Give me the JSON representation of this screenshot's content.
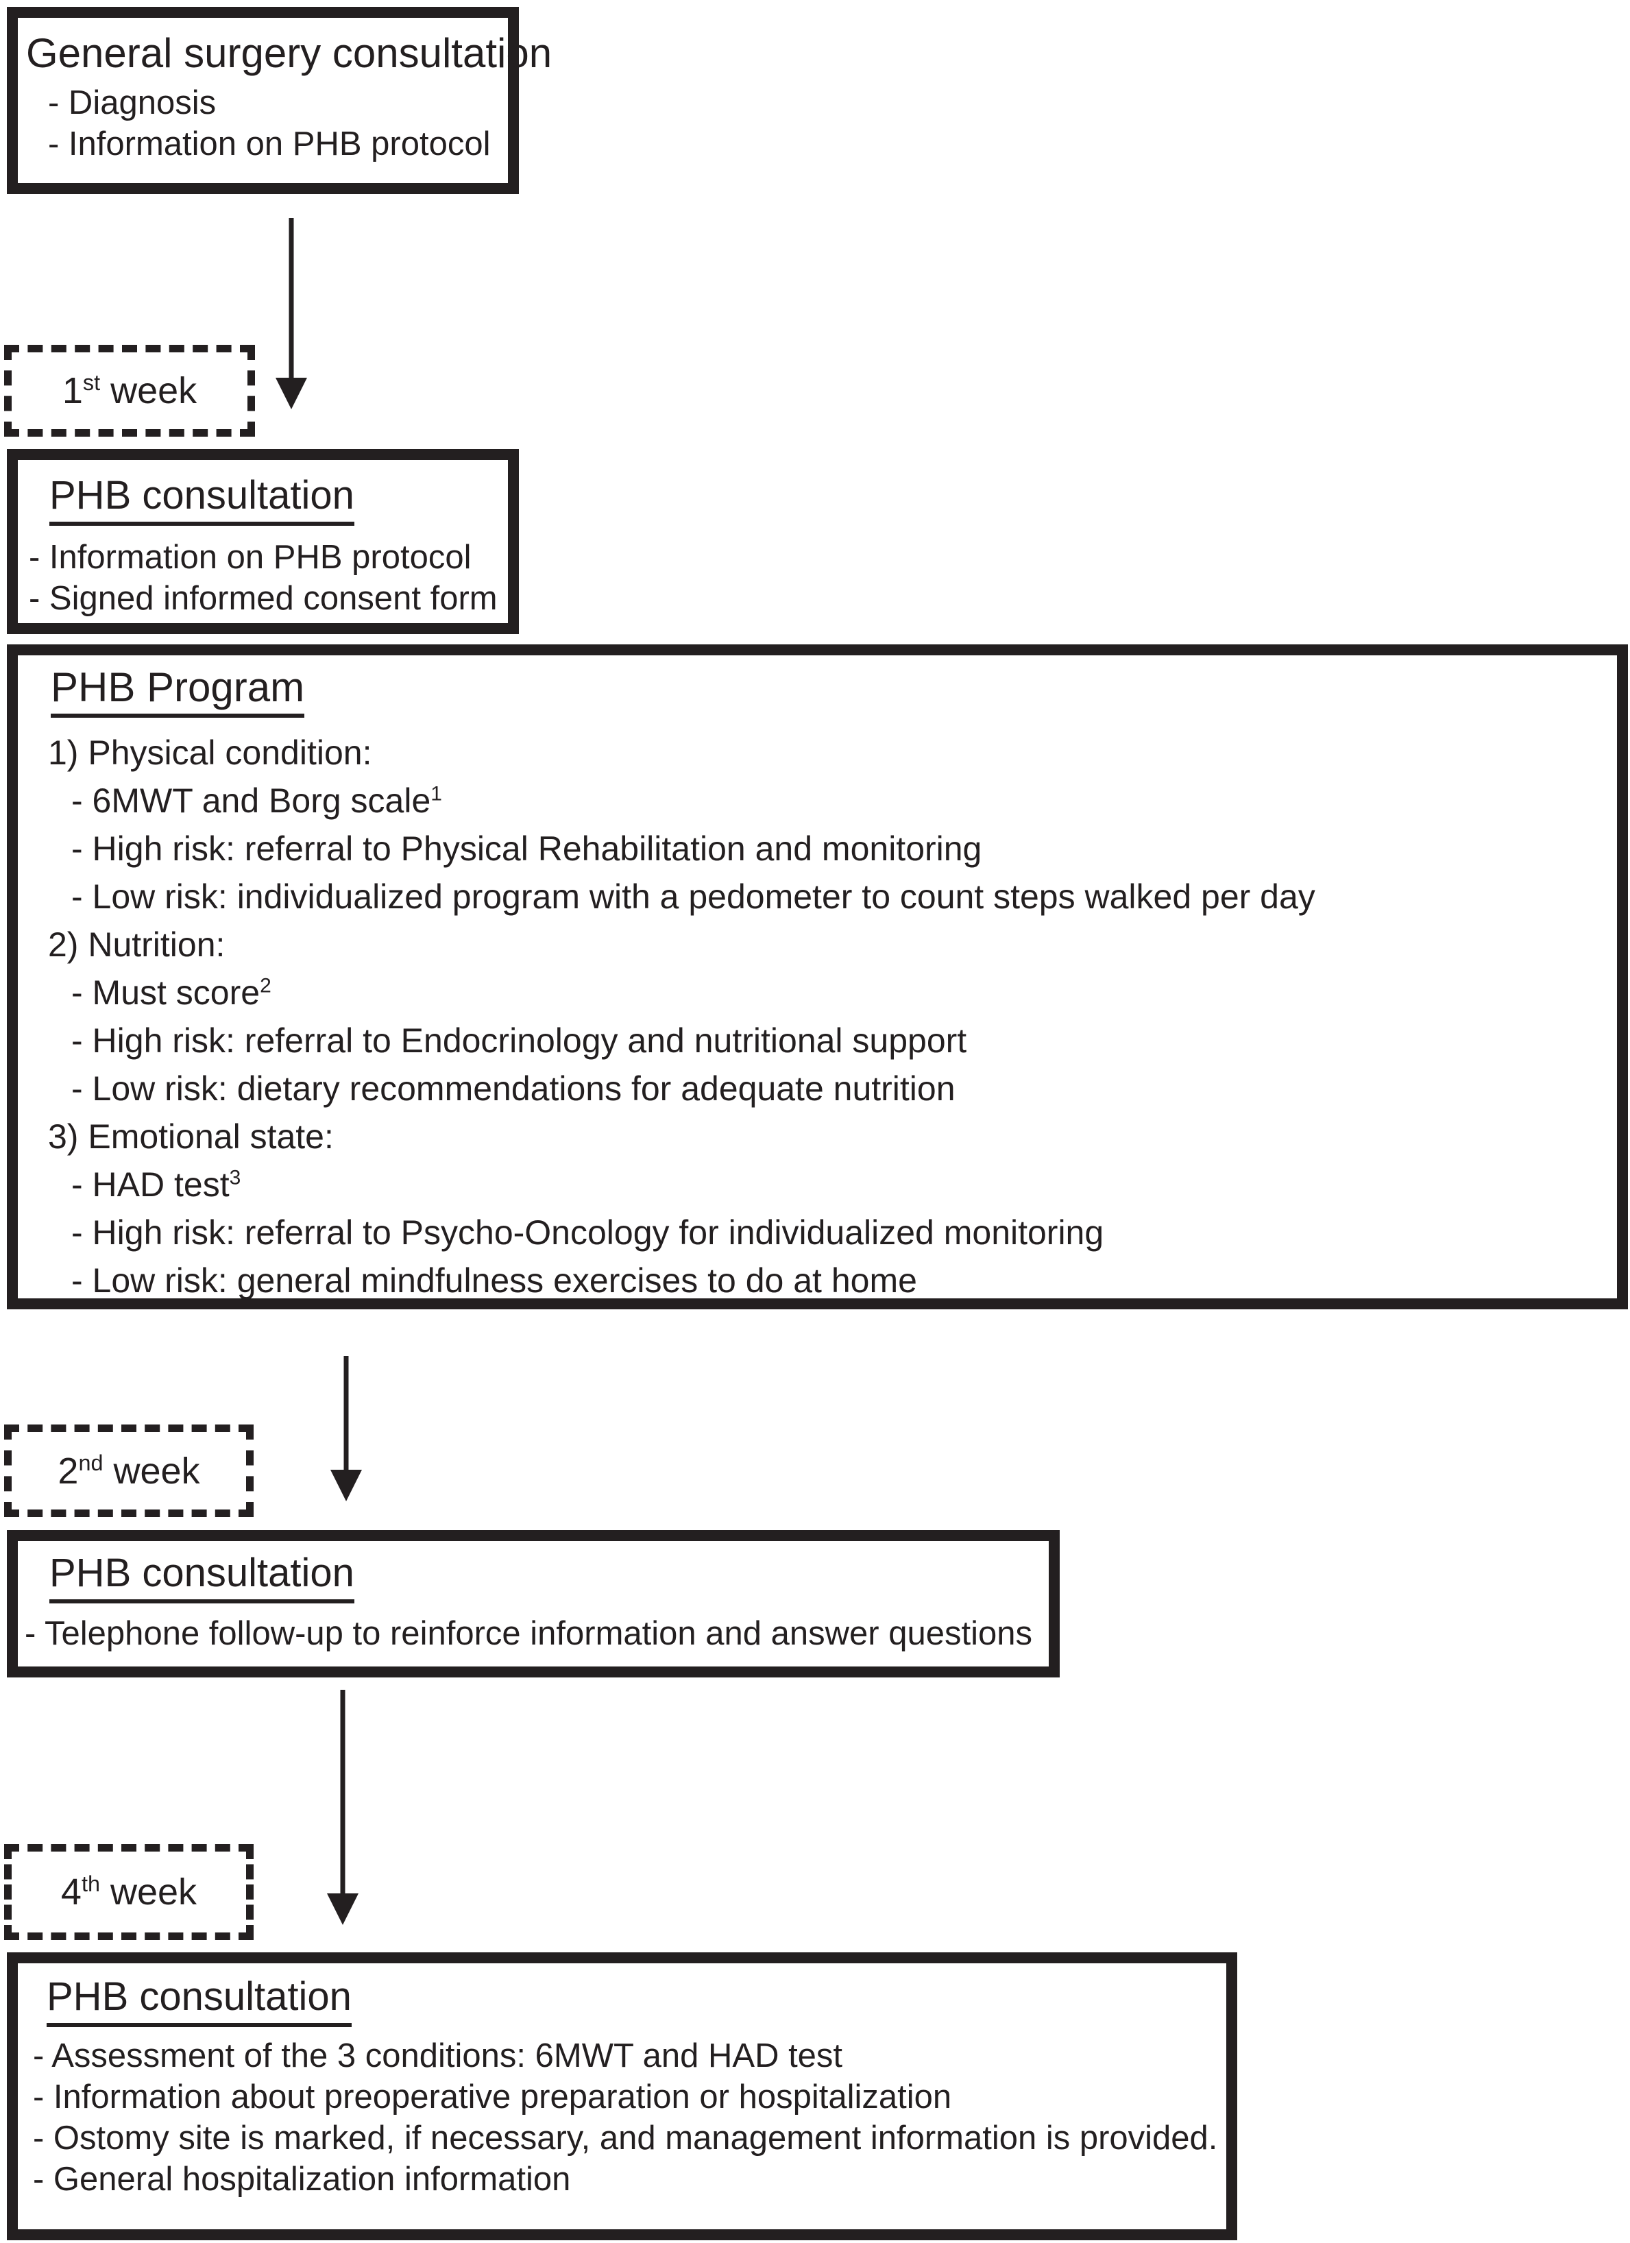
{
  "colors": {
    "ink": "#231f20",
    "background": "#ffffff"
  },
  "flow": {
    "general": {
      "title": "General surgery consultation",
      "items": [
        "- Diagnosis",
        "- Information on PHB protocol"
      ]
    },
    "weeks": [
      {
        "num": "1",
        "sup": "st",
        "rest": " week"
      },
      {
        "num": "2",
        "sup": "nd",
        "rest": " week"
      },
      {
        "num": "4",
        "sup": "th",
        "rest": " week"
      }
    ],
    "phb_consultation_week1": {
      "title": "PHB consultation",
      "items": [
        "- Information on PHB protocol",
        "- Signed informed consent form"
      ]
    },
    "phb_program": {
      "title": "PHB Program",
      "lines": [
        {
          "text": "1) Physical condition:",
          "sup": ""
        },
        {
          "text": "- 6MWT and Borg scale",
          "sup": "1"
        },
        {
          "text": "- High risk: referral to Physical Rehabilitation and monitoring",
          "sup": ""
        },
        {
          "text": "- Low risk: individualized program with a pedometer to count steps walked per day",
          "sup": ""
        },
        {
          "text": "2) Nutrition:",
          "sup": ""
        },
        {
          "text": "- Must score",
          "sup": "2"
        },
        {
          "text": "- High risk: referral to Endocrinology and nutritional support",
          "sup": ""
        },
        {
          "text": "- Low risk: dietary recommendations for adequate nutrition",
          "sup": ""
        },
        {
          "text": "3) Emotional state:",
          "sup": ""
        },
        {
          "text": "- HAD test",
          "sup": "3"
        },
        {
          "text": "- High risk: referral to Psycho-Oncology for individualized monitoring",
          "sup": ""
        },
        {
          "text": "- Low risk: general mindfulness exercises to do at home",
          "sup": ""
        }
      ]
    },
    "phb_consultation_week2": {
      "title": "PHB consultation",
      "items": [
        "- Telephone follow-up to reinforce information and answer questions"
      ]
    },
    "phb_consultation_week4": {
      "title": "PHB consultation",
      "items": [
        "- Assessment of the 3 conditions: 6MWT and HAD test",
        "- Information about preoperative preparation or hospitalization",
        "- Ostomy site is marked, if necessary, and management information is provided.",
        "- General hospitalization information"
      ]
    }
  }
}
